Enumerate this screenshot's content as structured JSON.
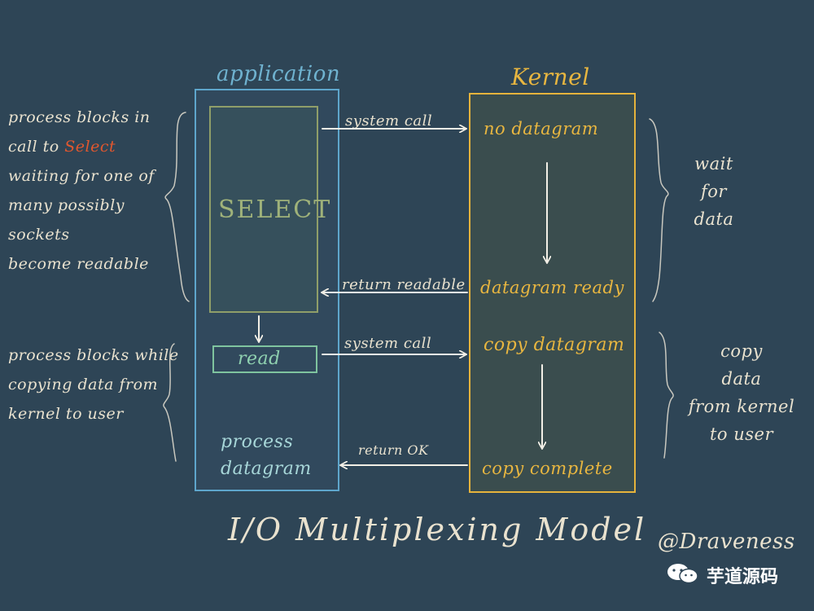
{
  "application": {
    "title": "application",
    "select_label": "SELECT",
    "read_label": "read",
    "process_lines": [
      "process",
      "datagram"
    ]
  },
  "kernel": {
    "title": "Kernel",
    "steps": [
      "no datagram",
      "datagram ready",
      "copy datagram",
      "copy complete"
    ]
  },
  "arrows": {
    "system_call_1": "system call",
    "return_readable": "return readable",
    "system_call_2": "system call",
    "return_ok": "return OK"
  },
  "left_notes": {
    "top": {
      "line1": "process blocks in",
      "line2_prefix": "call to ",
      "line2_highlight": "Select",
      "line3": "waiting for one of",
      "line4": "many possibly sockets",
      "line5": "become readable"
    },
    "bottom": [
      "process blocks while",
      "copying data from",
      "kernel to user"
    ]
  },
  "right_notes": {
    "wait": [
      "wait",
      "for",
      "data"
    ],
    "copy": [
      "copy",
      "data",
      "from kernel",
      "to user"
    ]
  },
  "title": "I/O Multiplexing Model",
  "author": "@Draveness",
  "brand": "芋道源码",
  "colors": {
    "background": "#2e4556",
    "application": "#5ea6cc",
    "kernel": "#e6b33c",
    "highlight": "#e2572e"
  }
}
